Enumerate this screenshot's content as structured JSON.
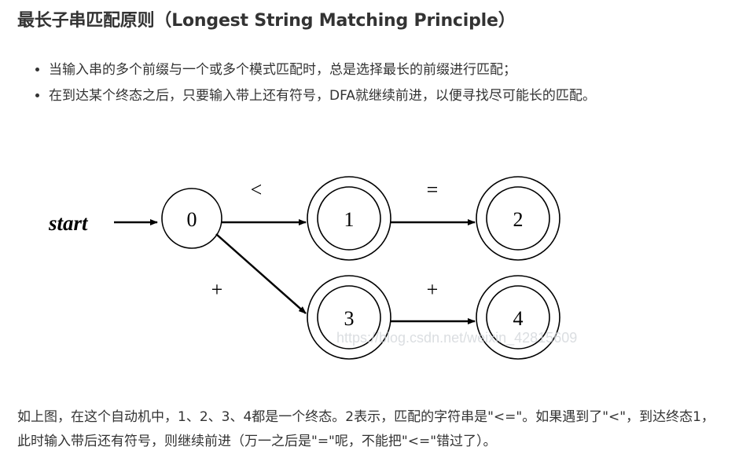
{
  "title": "最长子串匹配原则（Longest String Matching Principle）",
  "bullets": [
    "当输入串的多个前缀与一个或多个模式匹配时，总是选择最长的前缀进行匹配；",
    "在到达某个终态之后，只要输入带上还有符号，DFA就继续前进，以便寻找尽可能长的匹配。"
  ],
  "diagram": {
    "start_label": "start",
    "states": [
      {
        "id": "0",
        "final": false
      },
      {
        "id": "1",
        "final": true
      },
      {
        "id": "2",
        "final": true
      },
      {
        "id": "3",
        "final": true
      },
      {
        "id": "4",
        "final": true
      }
    ],
    "transitions": [
      {
        "from": "0",
        "to": "1",
        "label": "<"
      },
      {
        "from": "1",
        "to": "2",
        "label": "="
      },
      {
        "from": "0",
        "to": "3",
        "label": "+"
      },
      {
        "from": "3",
        "to": "4",
        "label": "+"
      }
    ]
  },
  "watermark": "https://blog.csdn.net/weixin_42815609",
  "paragraph": "如上图，在这个自动机中，1、2、3、4都是一个终态。2表示，匹配的字符串是\"<=\"。如果遇到了\"<\"，到达终态1，此时输入带后还有符号，则继续前进（万一之后是\"=\"呢，不能把\"<=\"错过了）。"
}
